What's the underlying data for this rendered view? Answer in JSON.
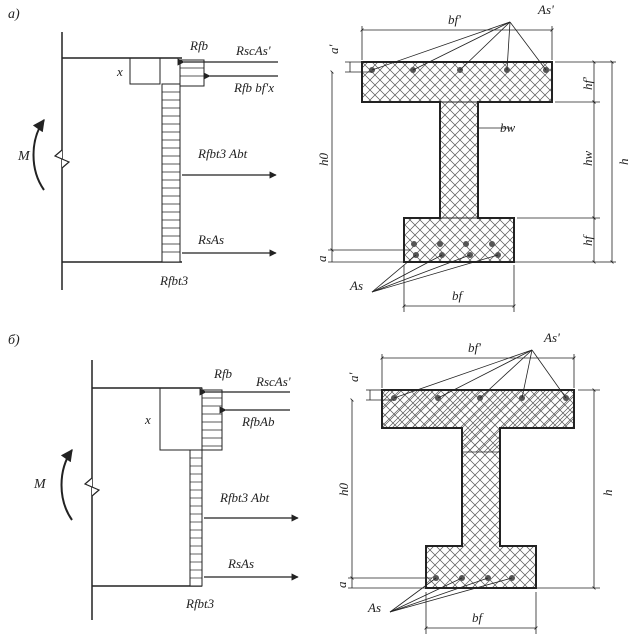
{
  "panels": [
    {
      "id": "a",
      "letter": "а)",
      "moment": "M",
      "x": "x",
      "labels": {
        "rfb": "Rfb",
        "rsc": "RscAs'",
        "rfb_bfx": "Rfb bf'x",
        "rfbt3_abt": "Rfbt3 Abt",
        "rsas": "RsAs",
        "rfbt3": "Rfbt3"
      },
      "section": {
        "bf_top": "bf'",
        "as_top": "As'",
        "a_top": "a'",
        "hf_top": "hf'",
        "bw": "bw",
        "h0": "h0",
        "hw": "hw",
        "h": "h",
        "hf_bot": "hf",
        "a_bot": "a",
        "as_bot": "As",
        "bf_bot": "bf"
      }
    },
    {
      "id": "b",
      "letter": "б)",
      "moment": "M",
      "x": "x",
      "labels": {
        "rfb": "Rfb",
        "rsc": "RscAs'",
        "rfb_ab": "RfbAb",
        "rfbt3_abt": "Rfbt3 Abt",
        "rsas": "RsAs",
        "rfbt3": "Rfbt3"
      },
      "section": {
        "bf_top": "bf'",
        "as_top": "As'",
        "a_top": "a'",
        "h0": "h0",
        "h": "h",
        "a_bot": "a",
        "as_bot": "As",
        "bf_bot": "bf"
      }
    }
  ]
}
